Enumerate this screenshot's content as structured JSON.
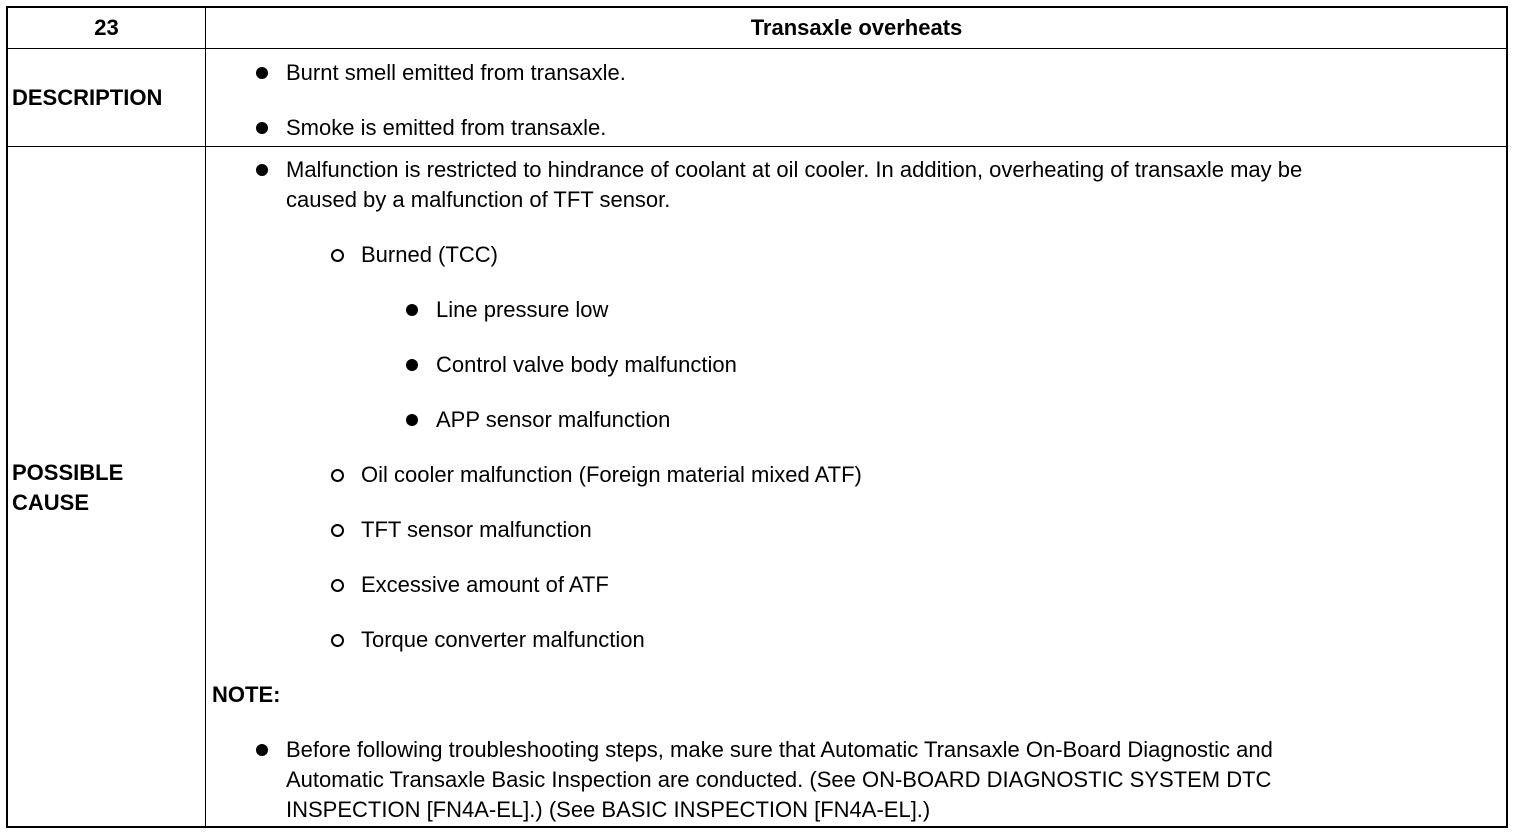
{
  "header": {
    "number": "23",
    "title": "Transaxle overheats"
  },
  "description": {
    "label": "DESCRIPTION",
    "items": [
      "Burnt smell emitted from transaxle.",
      "Smoke is emitted from transaxle."
    ]
  },
  "possible_cause": {
    "label_line1": "POSSIBLE",
    "label_line2": "CAUSE",
    "main_line1": "Malfunction is restricted to hindrance of coolant at oil cooler. In addition, overheating of transaxle may be",
    "main_line2": "caused by a malfunction of TFT sensor.",
    "burned": "Burned (TCC)",
    "burned_causes": [
      "Line pressure low",
      "Control valve body malfunction",
      "APP sensor malfunction"
    ],
    "other_causes": [
      "Oil cooler malfunction (Foreign material mixed ATF)",
      "TFT sensor malfunction",
      "Excessive amount of ATF",
      "Torque converter malfunction"
    ],
    "note_label": "NOTE:",
    "note_line1": "Before following troubleshooting steps, make sure that Automatic Transaxle On-Board Diagnostic and",
    "note_line2": "Automatic Transaxle Basic Inspection are conducted. (See ON-BOARD DIAGNOSTIC SYSTEM DTC",
    "note_line3": "INSPECTION [FN4A-EL].) (See BASIC INSPECTION [FN4A-EL].)"
  }
}
